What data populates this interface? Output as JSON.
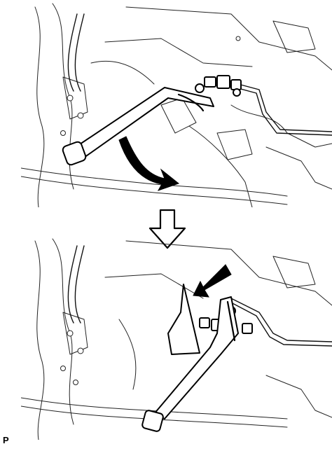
{
  "figure": {
    "code_label": "P",
    "colors": {
      "line": "#000000",
      "background": "#ffffff",
      "arrow_fill": "#000000"
    },
    "icons": {
      "rotate_arrow": "curved-rotation-arrow-icon",
      "step_arrow": "hollow-down-arrow-icon",
      "press_arrow": "solid-pointer-arrow-icon"
    },
    "panels": [
      {
        "id": "before",
        "subject": "tool-installed-on-bolt"
      },
      {
        "id": "after",
        "subject": "tool-rotated-downward"
      }
    ]
  }
}
